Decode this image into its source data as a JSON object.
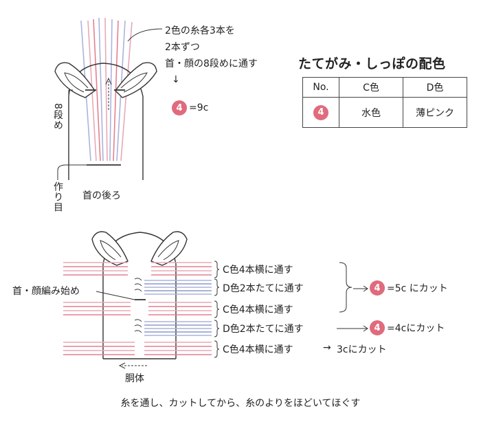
{
  "colors": {
    "pink": "#e57f8e",
    "lilac": "#aab3dc",
    "rose": "#e8a8b6",
    "badge": "#e06b7c",
    "line": "#333333"
  },
  "top": {
    "note_line1": "2色の糸各3本を",
    "note_line2": "2本ずつ",
    "note_line3": "首・顔の8段めに通す",
    "down_arrow": "↓",
    "badge": "4",
    "result": "=9c",
    "side_label": "8段め",
    "start_label": "作り目",
    "neck_label": "首の後ろ"
  },
  "scheme": {
    "title": "たてがみ・しっぽの配色",
    "headers": [
      "No.",
      "C色",
      "D色"
    ],
    "rows": [
      {
        "no": "4",
        "c": "水色",
        "d": "薄ピンク"
      }
    ]
  },
  "bottom": {
    "start_label": "首・顔編み始め",
    "rows": [
      "C色4本横に通す",
      "D色2本たてに通す",
      "C色4本横に通す",
      "D色2本たてに通す",
      "C色4本横に通す"
    ],
    "group1_result": "=5c にカット",
    "group2_result": "=4cにカット",
    "last_result": "3cにカット",
    "arrow": "→",
    "badge": "4",
    "body_label": "胴体"
  },
  "footer": "糸を通し、カットしてから、糸のよりをほどいてほぐす"
}
